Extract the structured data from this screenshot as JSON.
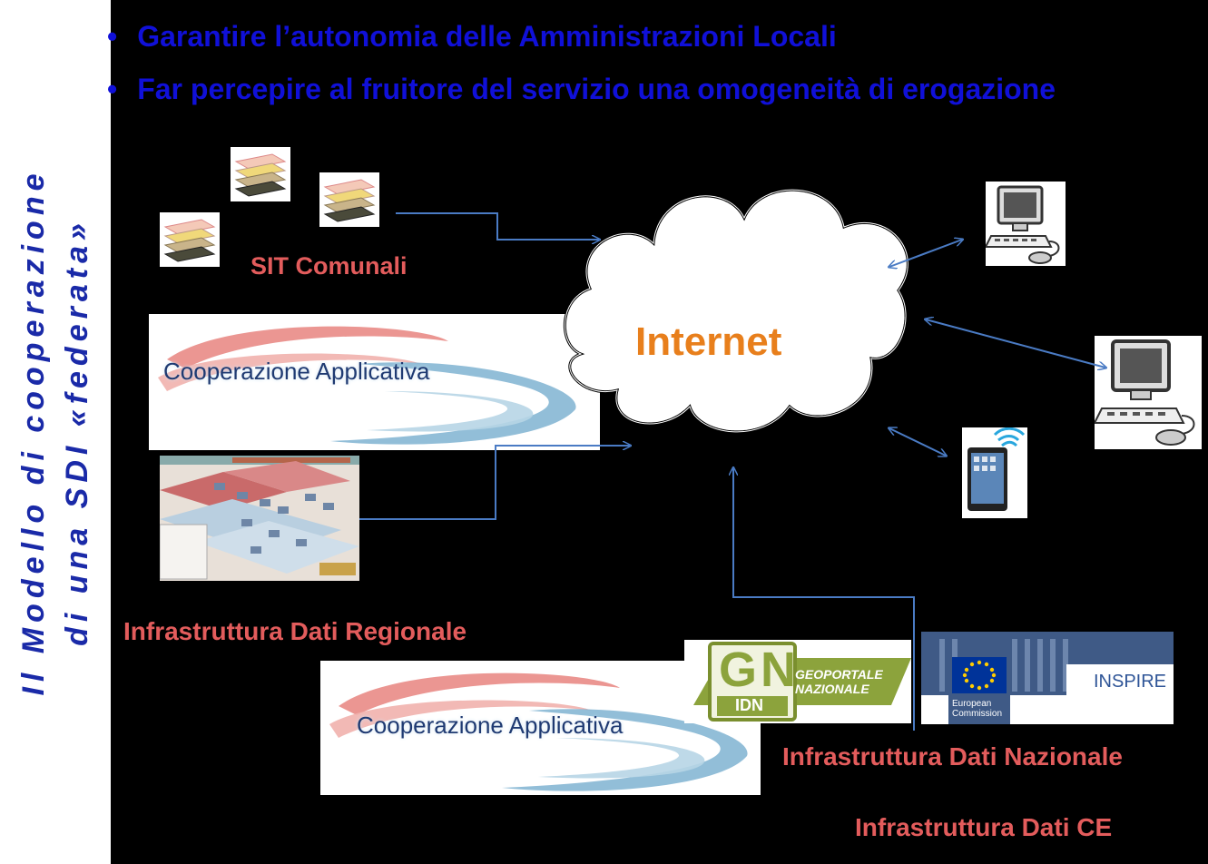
{
  "side_title": {
    "line1": "Il Modello di cooperazione",
    "line2": "di una SDI «federata»"
  },
  "bullets": [
    "Garantire l’autonomia delle Amministrazioni Locali",
    "Far percepire al fruitore del servizio una omogeneità di erogazione"
  ],
  "labels": {
    "sit": "SIT Comunali",
    "regionale": "Infrastruttura Dati Regionale",
    "nazionale": "Infrastruttura Dati Nazionale",
    "ce": "Infrastruttura Dati CE",
    "internet": "Internet"
  },
  "coop_top": "Cooperazione Applicativa",
  "coop_bottom": "Cooperazione Applicativa",
  "gn_logo": {
    "letters": "GN",
    "sub": "IDN",
    "line1": "GEOPORTALE",
    "line2": "NAZIONALE"
  },
  "inspire_logo": {
    "name": "INSPIRE",
    "line1": "European",
    "line2": "Commission"
  },
  "colors": {
    "bullet_blue": "#1010d8",
    "label_red": "#e35c5c",
    "internet_orange": "#e87f1c",
    "connector_blue": "#4a7bc4"
  },
  "icons": [
    "gis-layers-icon",
    "datacenter-diagram",
    "computer-icon",
    "tablet-icon",
    "cloud-icon"
  ]
}
